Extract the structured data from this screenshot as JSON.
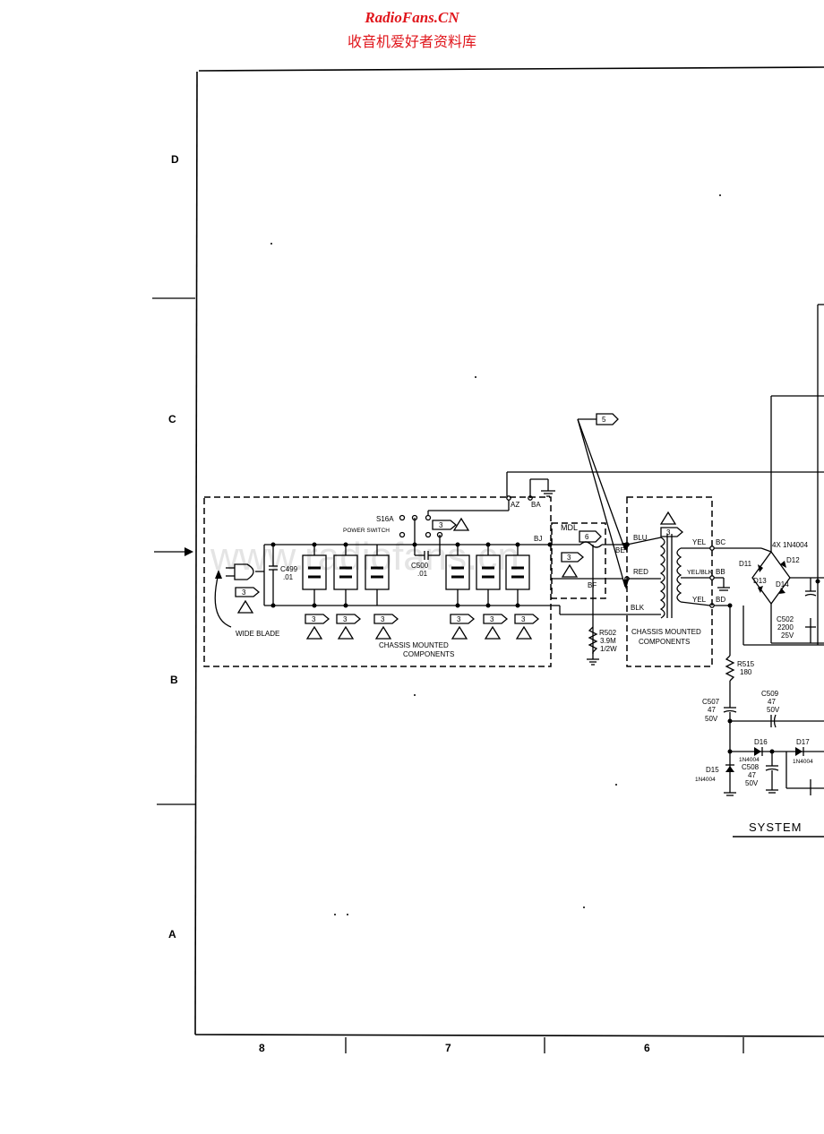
{
  "header": {
    "site": "RadioFans.CN",
    "subtitle": "收音机爱好者资料库"
  },
  "watermark": "www.radiofans.cn",
  "zones": [
    "D",
    "C",
    "B",
    "A"
  ],
  "columns": [
    "8",
    "7",
    "6"
  ],
  "labels": {
    "power_switch_ref": "S16A",
    "power_switch": "POWER SWITCH",
    "c500": "C500",
    "c500_val": ".01",
    "c499": "C499",
    "c499_val": ".01",
    "bj": "BJ",
    "az": "AZ",
    "ba": "BA",
    "mdl": "MDL",
    "be": "BE",
    "bf": "BF",
    "blu": "BLU",
    "red": "RED",
    "blk": "BLK",
    "yel1": "YEL",
    "bc": "BC",
    "yelblk": "YEL/BLK",
    "bb": "BB",
    "yel2": "YEL",
    "bd": "BD",
    "r502": "R502",
    "r502_val": "3.9M",
    "r502_w": "1/2W",
    "wide_blade": "WIDE BLADE",
    "chassis_left_1": "CHASSIS MOUNTED",
    "chassis_left_2": "COMPONENTS",
    "chassis_right_1": "CHASSIS MOUNTED",
    "chassis_right_2": "COMPONENTS",
    "bridge": "4X 1N4004",
    "d11": "D11",
    "d12": "D12",
    "d13": "D13",
    "d14": "D14",
    "c502": "C502",
    "c502_val": "2200",
    "c502_v": "25V",
    "r515": "R515",
    "r515_val": "180",
    "c507": "C507",
    "c507_val": "47",
    "c507_v": "50V",
    "c509": "C509",
    "c509_val": "47",
    "c509_v": "50V",
    "d16": "D16",
    "d16_val": "1N4004",
    "d17": "D17",
    "d17_val": "1N4004",
    "c508": "C508",
    "c508_val": "47",
    "c508_v": "50V",
    "d15": "D15",
    "d15_val": "1N4004",
    "system": "SYSTEM"
  },
  "tags": {
    "three": "3",
    "five": "5",
    "six": "6"
  }
}
